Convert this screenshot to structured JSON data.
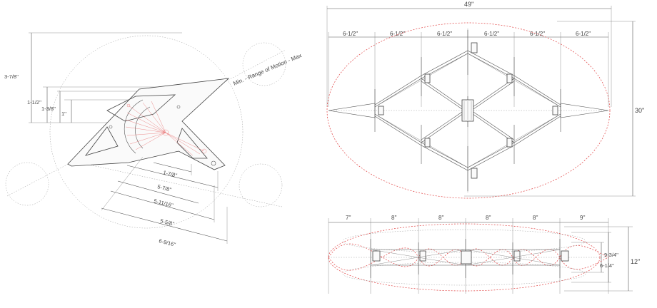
{
  "left_panel": {
    "range_label": "Min. - Range of Motion - Max",
    "vertical_dims": [
      "3-7/8''",
      "1-1/2''",
      "1-3/8''",
      "1''"
    ],
    "diagonal_dims": [
      "1-7/8''",
      "5-7/8''",
      "5-11/16''",
      "5-5/8''",
      "6-9/16''"
    ]
  },
  "top_right_panel": {
    "overall_width": "49''",
    "overall_height": "30''",
    "segment_dims": [
      "6-1/2''",
      "6-1/2''",
      "6-1/2''",
      "6-1/2''",
      "6-1/2''",
      "6-1/2''"
    ]
  },
  "bottom_right_panel": {
    "segment_dims": [
      "7''",
      "8''",
      "8''",
      "8''",
      "8''",
      "9''"
    ],
    "overall_height": "12''",
    "inner_dims": [
      "9-3/4''",
      "6-1/4''"
    ]
  }
}
